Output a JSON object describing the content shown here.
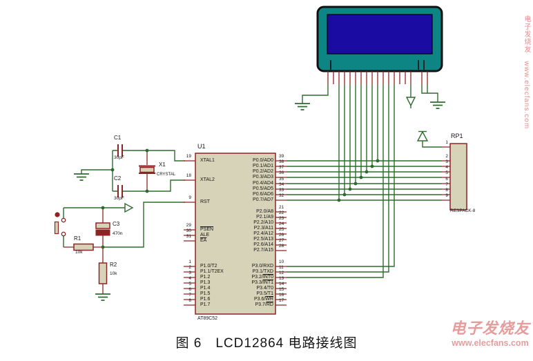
{
  "caption": "图 6　LCD12864 电路接线图",
  "watermark": {
    "brand": "电子发烧友",
    "url": "www.elecfans.com"
  },
  "colors": {
    "wire": "#2d6a2d",
    "pin": "#8e2323",
    "fill": "#d7d3b9",
    "lcd": "#0e8585",
    "screen": "#1a0ba2",
    "text": "#141414",
    "watermark": "#dd7b7b"
  },
  "mcu": {
    "ref": "U1",
    "part": "AT89C52",
    "left_pins": [
      {
        "num": "19",
        "label": "XTAL1",
        "ov": ""
      },
      {
        "num": "18",
        "label": "XTAL2",
        "ov": ""
      },
      {
        "num": "9",
        "label": "RST",
        "ov": ""
      },
      {
        "num": "29",
        "label": "",
        "ov": "PSEN"
      },
      {
        "num": "30",
        "label": "ALE",
        "ov": ""
      },
      {
        "num": "31",
        "label": "",
        "ov": "EA"
      },
      {
        "num": "1",
        "label": "P1.0/T2",
        "ov": ""
      },
      {
        "num": "2",
        "label": "P1.1/T2EX",
        "ov": ""
      },
      {
        "num": "3",
        "label": "P1.2",
        "ov": ""
      },
      {
        "num": "4",
        "label": "P1.3",
        "ov": ""
      },
      {
        "num": "5",
        "label": "P1.4",
        "ov": ""
      },
      {
        "num": "6",
        "label": "P1.5",
        "ov": ""
      },
      {
        "num": "7",
        "label": "P1.6",
        "ov": ""
      },
      {
        "num": "8",
        "label": "P1.7",
        "ov": ""
      }
    ],
    "right_pins": [
      {
        "num": "39",
        "label": "P0.0/AD0",
        "ov": ""
      },
      {
        "num": "38",
        "label": "P0.1/AD1",
        "ov": ""
      },
      {
        "num": "37",
        "label": "P0.2/AD2",
        "ov": ""
      },
      {
        "num": "36",
        "label": "P0.3/AD3",
        "ov": ""
      },
      {
        "num": "35",
        "label": "P0.4/AD4",
        "ov": ""
      },
      {
        "num": "34",
        "label": "P0.5/AD5",
        "ov": ""
      },
      {
        "num": "33",
        "label": "P0.6/AD6",
        "ov": ""
      },
      {
        "num": "32",
        "label": "P0.7/AD7",
        "ov": ""
      },
      {
        "num": "21",
        "label": "P2.0/A8",
        "ov": ""
      },
      {
        "num": "22",
        "label": "P2.1/A9",
        "ov": ""
      },
      {
        "num": "23",
        "label": "P2.2/A10",
        "ov": ""
      },
      {
        "num": "24",
        "label": "P2.3/A11",
        "ov": ""
      },
      {
        "num": "25",
        "label": "P2.4/A12",
        "ov": ""
      },
      {
        "num": "26",
        "label": "P2.5/A13",
        "ov": ""
      },
      {
        "num": "27",
        "label": "P2.6/A14",
        "ov": ""
      },
      {
        "num": "28",
        "label": "P2.7/A15",
        "ov": ""
      },
      {
        "num": "10",
        "label": "P3.0/RXD",
        "ov": ""
      },
      {
        "num": "11",
        "label": "P3.1/TXD",
        "ov": ""
      },
      {
        "num": "12",
        "label": "P3.2/",
        "ov": "INT0"
      },
      {
        "num": "13",
        "label": "P3.3/",
        "ov": "INT1"
      },
      {
        "num": "14",
        "label": "P3.4/T0",
        "ov": ""
      },
      {
        "num": "15",
        "label": "P3.5/T1",
        "ov": ""
      },
      {
        "num": "16",
        "label": "P3.6/",
        "ov": "WR"
      },
      {
        "num": "17",
        "label": "P3.7/",
        "ov": "RD"
      }
    ]
  },
  "components": {
    "c1": {
      "ref": "C1",
      "value": "30pF"
    },
    "c2": {
      "ref": "C2",
      "value": "30pF"
    },
    "c3": {
      "ref": "C3",
      "value": "470n"
    },
    "x1": {
      "ref": "X1",
      "value": "CRYSTAL"
    },
    "r1": {
      "ref": "R1",
      "value": "10k"
    },
    "r2": {
      "ref": "R2",
      "value": "10k"
    },
    "rp1": {
      "ref": "RP1",
      "value": "RESPACK-8",
      "pins": [
        "1",
        "2",
        "3",
        "4",
        "5",
        "6",
        "7",
        "8",
        "9"
      ]
    }
  }
}
